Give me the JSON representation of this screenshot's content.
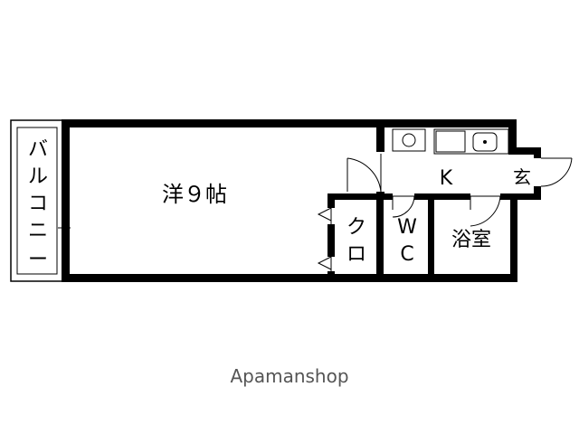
{
  "rooms": {
    "western_room": "洋９帖",
    "balcony": [
      "バ",
      "ル",
      "コ",
      "ニ",
      "ー"
    ],
    "kitchen": "K",
    "entrance": "玄",
    "closet": [
      "ク",
      "ロ"
    ],
    "toilet": [
      "W",
      "C"
    ],
    "bathroom": "浴室"
  },
  "watermark": "Apamanshop",
  "colors": {
    "wall": "#000000",
    "background": "#ffffff",
    "watermark": "#555555"
  }
}
